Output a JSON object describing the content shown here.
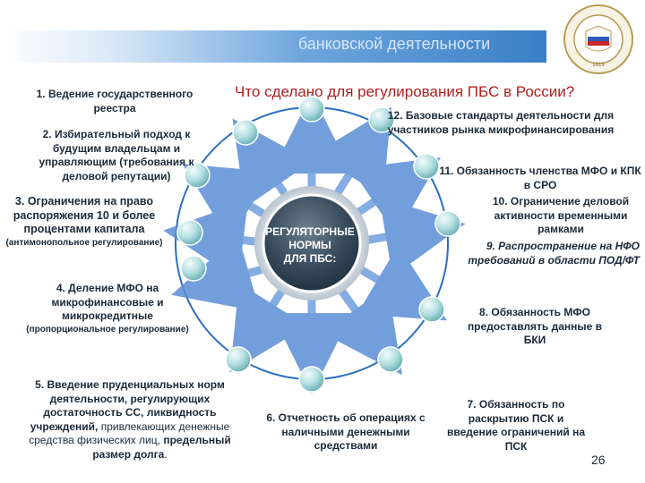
{
  "header": {
    "title": "банковской деятельности",
    "subtitle": "Что сделано для регулирования ПБС в России?"
  },
  "center": {
    "line1": "РЕГУЛЯТОРНЫЕ",
    "line2": "НОРМЫ",
    "line3": "ДЛЯ ПБС:"
  },
  "items": {
    "i1": "1. Ведение государственного реестра",
    "i2": "2. Избирательный подход к будущим владельцам и управляющим (требования к деловой репутации)",
    "i3_main": "3. Ограничения на право распоряжения 10 и более процентами капитала",
    "i3_sub": "(антимонопольное регулирование)",
    "i4_main": "4. Деление МФО на микрофинансовые и микрокредитные",
    "i4_sub": "(пропорциональное регулирование)",
    "i5_bold": "5. Введение пруденциальных норм деятельности, регулирующих достаточность СС, ликвидность учреждений,",
    "i5_normal": "привлекающих денежные средства физических лиц,",
    "i5_bold2": "предельный размер долга",
    "i6": "6. Отчетность об операциях с наличными денежными средствами",
    "i7": "7. Обязанность по раскрытию ПСК и введение ограничений на ПСК",
    "i8": "8. Обязанность МФО предоставлять данные в БКИ",
    "i9": "9. Распространение на НФО требований в области ПОД/ФТ",
    "i10": "10. Ограничение деловой активности временными рамками",
    "i11": "11. Обязанность членства МФО и КПК в СРО",
    "i12": "12. Базовые стандарты деятельности для участников рынка микрофинансирования"
  },
  "page_number": "26",
  "logo_text": "ФИНАНСОВЫЙ УНИВЕРСИТЕТ ПРИ ПРАВИТЕЛЬСТВЕ РОССИЙСКОЙ ФЕДЕРАЦИИ 1919",
  "colors": {
    "accent": "#3a7fc6",
    "subtitle": "#b21f1f",
    "ring": "#2c6fc0",
    "bubble": "#a9d8dc"
  }
}
